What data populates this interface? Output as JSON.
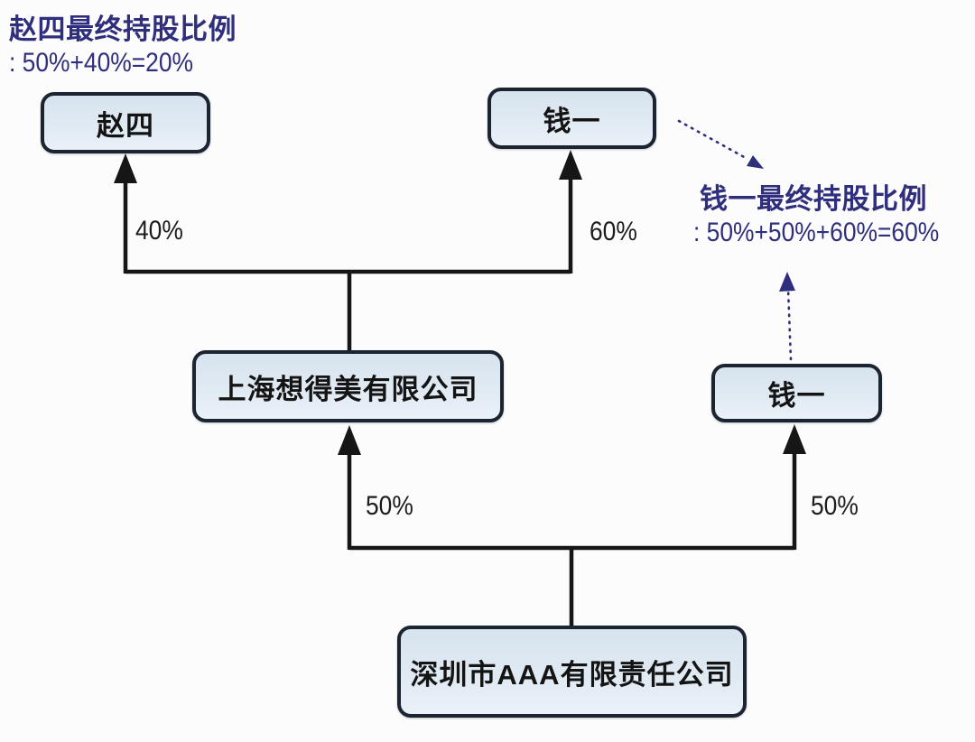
{
  "diagram": {
    "type": "ownership-structure",
    "nodes": [
      {
        "id": "zhaosi",
        "label": "赵四",
        "kind": "person"
      },
      {
        "id": "qianyi-top",
        "label": "钱一",
        "kind": "person"
      },
      {
        "id": "shanghai",
        "label": "上海想得美有限公司",
        "kind": "company"
      },
      {
        "id": "qianyi-right",
        "label": "钱一",
        "kind": "person"
      },
      {
        "id": "shenzhen",
        "label": "深圳市AAA有限责任公司",
        "kind": "company"
      }
    ],
    "edges": [
      {
        "from": "shanghai",
        "to": "zhaosi",
        "label": "40%"
      },
      {
        "from": "shanghai",
        "to": "qianyi-top",
        "label": "60%"
      },
      {
        "from": "shenzhen",
        "to": "shanghai",
        "label": "50%"
      },
      {
        "from": "shenzhen",
        "to": "qianyi-right",
        "label": "50%"
      }
    ],
    "annotations": [
      {
        "title": "赵四最终持股比例",
        "formula": ": 50%+40%=20%"
      },
      {
        "title": "钱一最终持股比例",
        "formula": ": 50%+50%+60%=60%"
      }
    ],
    "colors": {
      "annotation_text": "#302f7e",
      "node_fill": "#dde8f2",
      "node_border": "#1b2430",
      "connector": "#161616",
      "dotted_arrow": "#2f2e7d",
      "background": "#fcfcfc"
    }
  }
}
